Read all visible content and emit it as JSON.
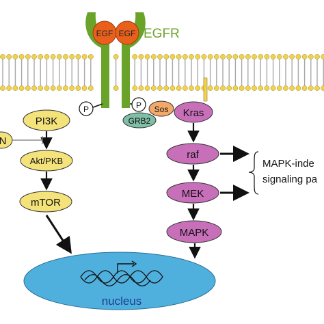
{
  "receptor": {
    "egf_left": "EGF",
    "egf_right": "EGF",
    "egfr_label": "EGFR",
    "colors": {
      "receptor_green": "#6aa329",
      "egf_orange": "#e8601c",
      "egfr_text": "#6aa329"
    }
  },
  "membrane": {
    "colors": {
      "head": "#f2d24c",
      "tail": "#a8a8a8"
    }
  },
  "phospho": {
    "left": "P",
    "right": "P"
  },
  "adaptors": {
    "sos": "Sos",
    "grb2": "GRB2",
    "colors": {
      "sos": "#f2a96a",
      "grb2": "#7fbfa6"
    }
  },
  "pi3k_pathway": {
    "pi3k": "PI3K",
    "pten_partial": "N",
    "akt": "Akt/PKB",
    "mtor": "mTOR",
    "color": "#f4e27a"
  },
  "mapk_pathway": {
    "kras": "Kras",
    "raf": "raf",
    "mek": "MEK",
    "mapk": "MAPK",
    "color": "#c86fb9"
  },
  "side_note": {
    "line1": "MAPK-inde",
    "line2": "signaling pa"
  },
  "nucleus": {
    "label": "nucleus",
    "color": "#4fb0de",
    "label_color": "#1a3d8f"
  }
}
